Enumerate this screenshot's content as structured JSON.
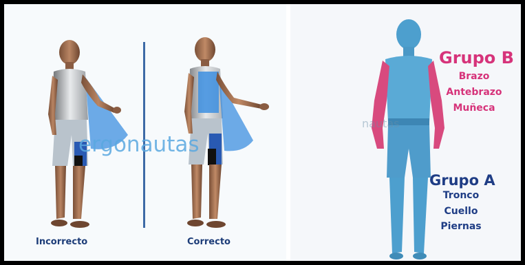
{
  "left_panel": {
    "watermark": "ergonautas",
    "caption_incorrect": "Incorrecto",
    "caption_correct": "Correcto"
  },
  "right_panel": {
    "watermark": "nautas",
    "group_b": {
      "title": "Grupo B",
      "items": [
        "Brazo",
        "Antebrazo",
        "Muñeca"
      ]
    },
    "group_a": {
      "title": "Grupo A",
      "items": [
        "Tronco",
        "Cuello",
        "Piernas"
      ]
    }
  },
  "colors": {
    "skin": "#a9775a",
    "highlight": "#3d8fe0",
    "group_a_body": "#4d9fce",
    "group_b_arms": "#d84a7e",
    "divider": "#3d6aa6",
    "caption_text": "#1c3c78"
  }
}
